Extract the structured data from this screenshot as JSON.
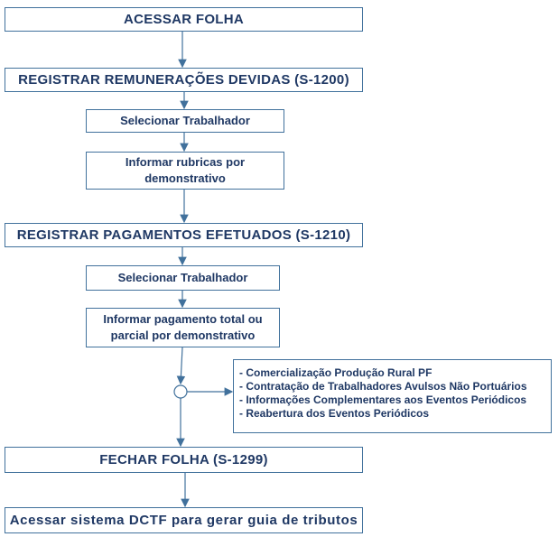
{
  "steps": {
    "acessar_folha": "ACESSAR FOLHA",
    "registrar_remuneracoes": "REGISTRAR REMUNERAÇÕES DEVIDAS (S-1200)",
    "selecionar_trabalhador_1": "Selecionar Trabalhador",
    "informar_rubricas_line1": "Informar rubricas por",
    "informar_rubricas_line2": "demonstrativo",
    "registrar_pagamentos": "REGISTRAR PAGAMENTOS EFETUADOS (S-1210)",
    "selecionar_trabalhador_2": "Selecionar Trabalhador",
    "informar_pagamento_line1": "Informar pagamento total ou",
    "informar_pagamento_line2": "parcial por demonstrativo",
    "fechar_folha": "FECHAR FOLHA (S-1299)",
    "acessar_dctf": "Acessar sistema DCTF para gerar guia de tributos"
  },
  "side_notes": [
    "- Comercialização Produção Rural PF",
    "- Contratação de Trabalhadores Avulsos Não Portuários",
    "- Informações Complementares aos Eventos Periódicos",
    "- Reabertura dos Eventos Periódicos"
  ],
  "colors": {
    "border": "#41719c",
    "text": "#1f3864",
    "arrow": "#41719c"
  }
}
